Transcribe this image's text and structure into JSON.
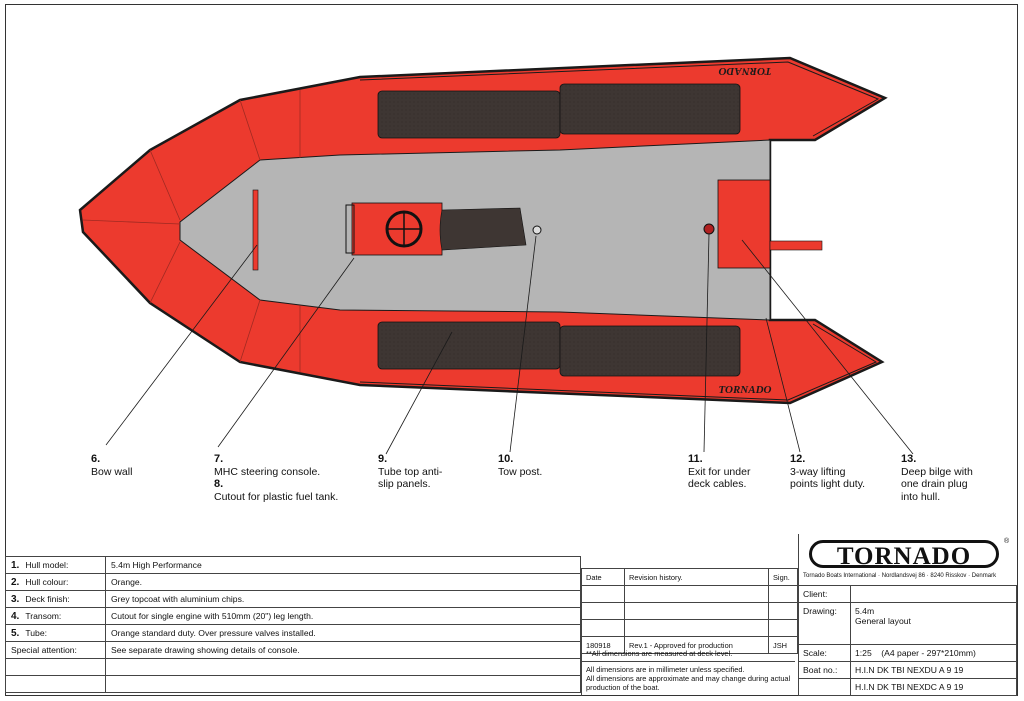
{
  "brand": {
    "logo_text": "TORNADO",
    "registered": "®",
    "address": "Tornado Boats International · Nordlandsvej 86 · 8240 Risskov · Denmark",
    "tube_decal": "TORNADO"
  },
  "colors": {
    "hull": "#ec3a2e",
    "deck": "#b5b5b5",
    "pads": "#3e3633",
    "outline": "#1a1a1a"
  },
  "callouts": [
    {
      "num": "6.",
      "text": [
        "Bow wall"
      ]
    },
    {
      "num": "7.",
      "text": [
        "MHC steering console."
      ]
    },
    {
      "num": "8.",
      "text": [
        "Cutout for plastic fuel tank."
      ]
    },
    {
      "num": "9.",
      "text": [
        "Tube top anti-",
        "slip panels."
      ]
    },
    {
      "num": "10.",
      "text": [
        "Tow post."
      ]
    },
    {
      "num": "11.",
      "text": [
        "Exit for under",
        "deck cables."
      ]
    },
    {
      "num": "12.",
      "text": [
        "3-way lifting",
        "points light duty."
      ]
    },
    {
      "num": "13.",
      "text": [
        "Deep bilge with",
        "one drain plug",
        "into hull."
      ]
    }
  ],
  "spec_table": [
    {
      "num": "1.",
      "label": "Hull model:",
      "value": "5.4m High Performance"
    },
    {
      "num": "2.",
      "label": "Hull colour:",
      "value": "Orange."
    },
    {
      "num": "3.",
      "label": "Deck finish:",
      "value": "Grey topcoat with aluminium chips."
    },
    {
      "num": "4.",
      "label": "Transom:",
      "value": "Cutout for single engine with 510mm (20\") leg length."
    },
    {
      "num": "5.",
      "label": "Tube:",
      "value": "Orange standard duty. Over pressure valves installed."
    },
    {
      "num": "",
      "label": "Special attention:",
      "value": "See separate drawing showing details of console."
    }
  ],
  "revision": {
    "headers": [
      "Date",
      "Revision history.",
      "Sign."
    ],
    "entries": [
      {
        "date": "180918",
        "text": "Rev.1 - Approved for production",
        "sign": "JSH"
      }
    ],
    "note": "**All dimensions are measured at deck level."
  },
  "notes": [
    "All dimensions are in millimeter unless specified.",
    "All dimensions are approximate and may change during actual production of the boat."
  ],
  "title_block": {
    "client_label": "Client:",
    "client_value": "",
    "drawing_label": "Drawing:",
    "drawing_value": [
      "5.4m",
      "General layout"
    ],
    "scale_label": "Scale:",
    "scale_value": "1:25",
    "paper": "(A4 paper - 297*210mm)",
    "boat_label": "Boat no.:",
    "boat_numbers": [
      "H.I.N DK TBI NEXDU A 9 19",
      "H.I.N DK TBI NEXDC A 9 19"
    ]
  }
}
